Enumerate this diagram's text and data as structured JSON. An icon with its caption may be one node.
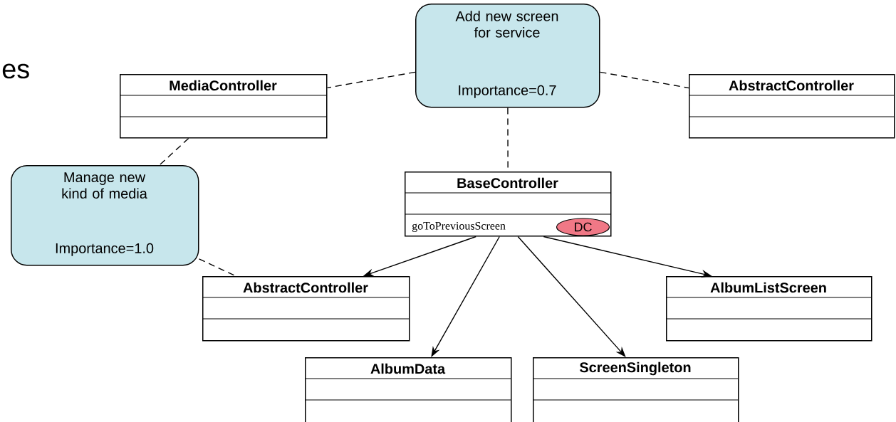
{
  "diagram": {
    "nodes": [
      {
        "text": [
          "Add new screen for service",
          "Importance=0.7"
        ]
      },
      {
        "text": [
          "MediaController"
        ]
      },
      {
        "text": [
          "AbstractController"
        ]
      },
      {
        "text": [
          "Manage new kind of media",
          "Importance=1.0"
        ]
      },
      {
        "text": [
          "BaseController",
          "goToPreviousScreen"
        ]
      },
      {
        "text": [
          "DC"
        ],
        "in": 4
      },
      {
        "text": [
          "AbstractController"
        ]
      },
      {
        "text": [
          "AlbumListScreen"
        ]
      },
      {
        "text": [
          "AlbumData"
        ]
      },
      {
        "text": [
          "ScreenSingleton"
        ]
      }
    ],
    "edges": [
      {
        "from": 0,
        "to": 1,
        "arrow": "none",
        "style": "dashed"
      },
      {
        "from": 0,
        "to": 2,
        "arrow": "none",
        "style": "dashed"
      },
      {
        "from": 0,
        "to": 4,
        "arrow": "none",
        "style": "dashed"
      },
      {
        "from": 1,
        "to": 3,
        "arrow": "none",
        "style": "dashed"
      },
      {
        "from": 3,
        "to": 6,
        "arrow": "none",
        "style": "dashed"
      },
      {
        "from": 4,
        "to": 6,
        "arrow": "to"
      },
      {
        "from": 4,
        "to": 8,
        "arrow": "to"
      },
      {
        "from": 4,
        "to": 9,
        "arrow": "to"
      },
      {
        "from": 4,
        "to": 7,
        "arrow": "to"
      }
    ],
    "labels": [
      "es"
    ]
  }
}
